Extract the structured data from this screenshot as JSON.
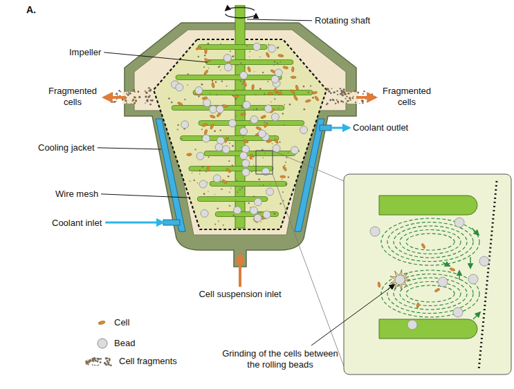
{
  "diagram": {
    "labels": [
      "A.",
      "Rotating shaft",
      "Impeller",
      "Fragmented cells",
      "Fragmented cells",
      "Coolant outlet",
      "Cooling jacket",
      "Wire mesh",
      "Coolant inlet",
      "Cell suspension inlet",
      "Grinding of the cells between the rolling beads"
    ],
    "legend": [
      {
        "text": "Cell"
      },
      {
        "text": "Bead"
      },
      {
        "text": "Cell fragments"
      }
    ]
  }
}
